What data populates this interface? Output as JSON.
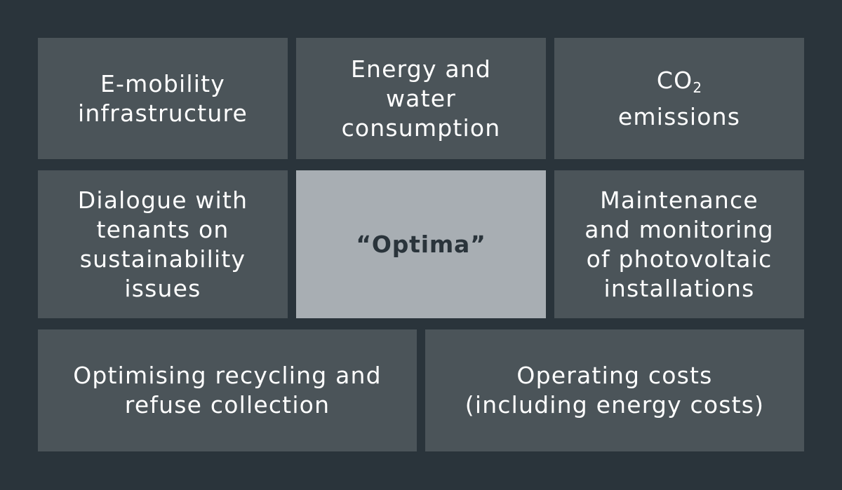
{
  "diagram": {
    "tiles": {
      "emobility": "E-mobility infrastructure",
      "energy_water": "Energy and water consumption",
      "co2_prefix": "CO",
      "co2_subscript": "2",
      "co2_suffix": "emissions",
      "dialogue": "Dialogue with tenants on sustainability issues",
      "optima": "“Optima”",
      "maintenance": "Maintenance and monitoring of photovoltaic installations",
      "recycling": "Optimising recycling and refuse collection",
      "operating_costs": "Operating costs (including energy costs)"
    },
    "colors": {
      "background": "#2a343b",
      "tile": "#4b5459",
      "center_tile": "#a8aeb3",
      "tile_text": "#ffffff",
      "center_text": "#2a343b"
    }
  }
}
